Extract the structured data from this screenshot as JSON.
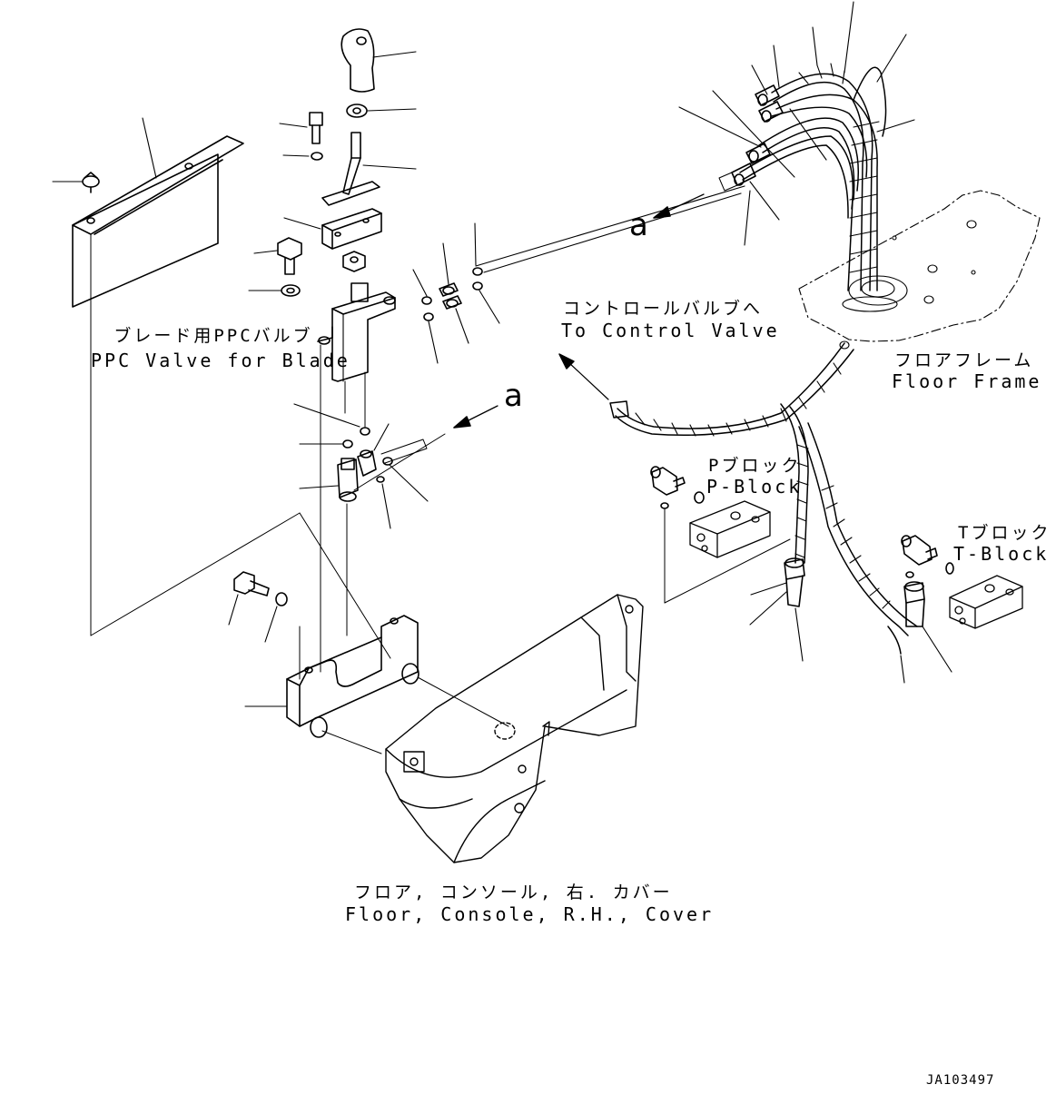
{
  "labels": {
    "ppc_valve": {
      "jp": "ブレード用PPCバルブ",
      "en": "PPC Valve for Blade"
    },
    "control_valve": {
      "jp": "コントロールバルブへ",
      "en": "To Control Valve"
    },
    "floor_frame": {
      "jp": "フロアフレーム",
      "en": "Floor Frame"
    },
    "p_block": {
      "jp": "Pブロック",
      "en": "P-Block"
    },
    "t_block": {
      "jp": "Tブロック",
      "en": "T-Block"
    },
    "console_cover": {
      "jp": "フロア, コンソール, 右. カバー",
      "en": "Floor, Console, R.H., Cover"
    }
  },
  "view_marker_upper": "a",
  "view_marker_lower": "a",
  "drawing_code": "JA103497"
}
